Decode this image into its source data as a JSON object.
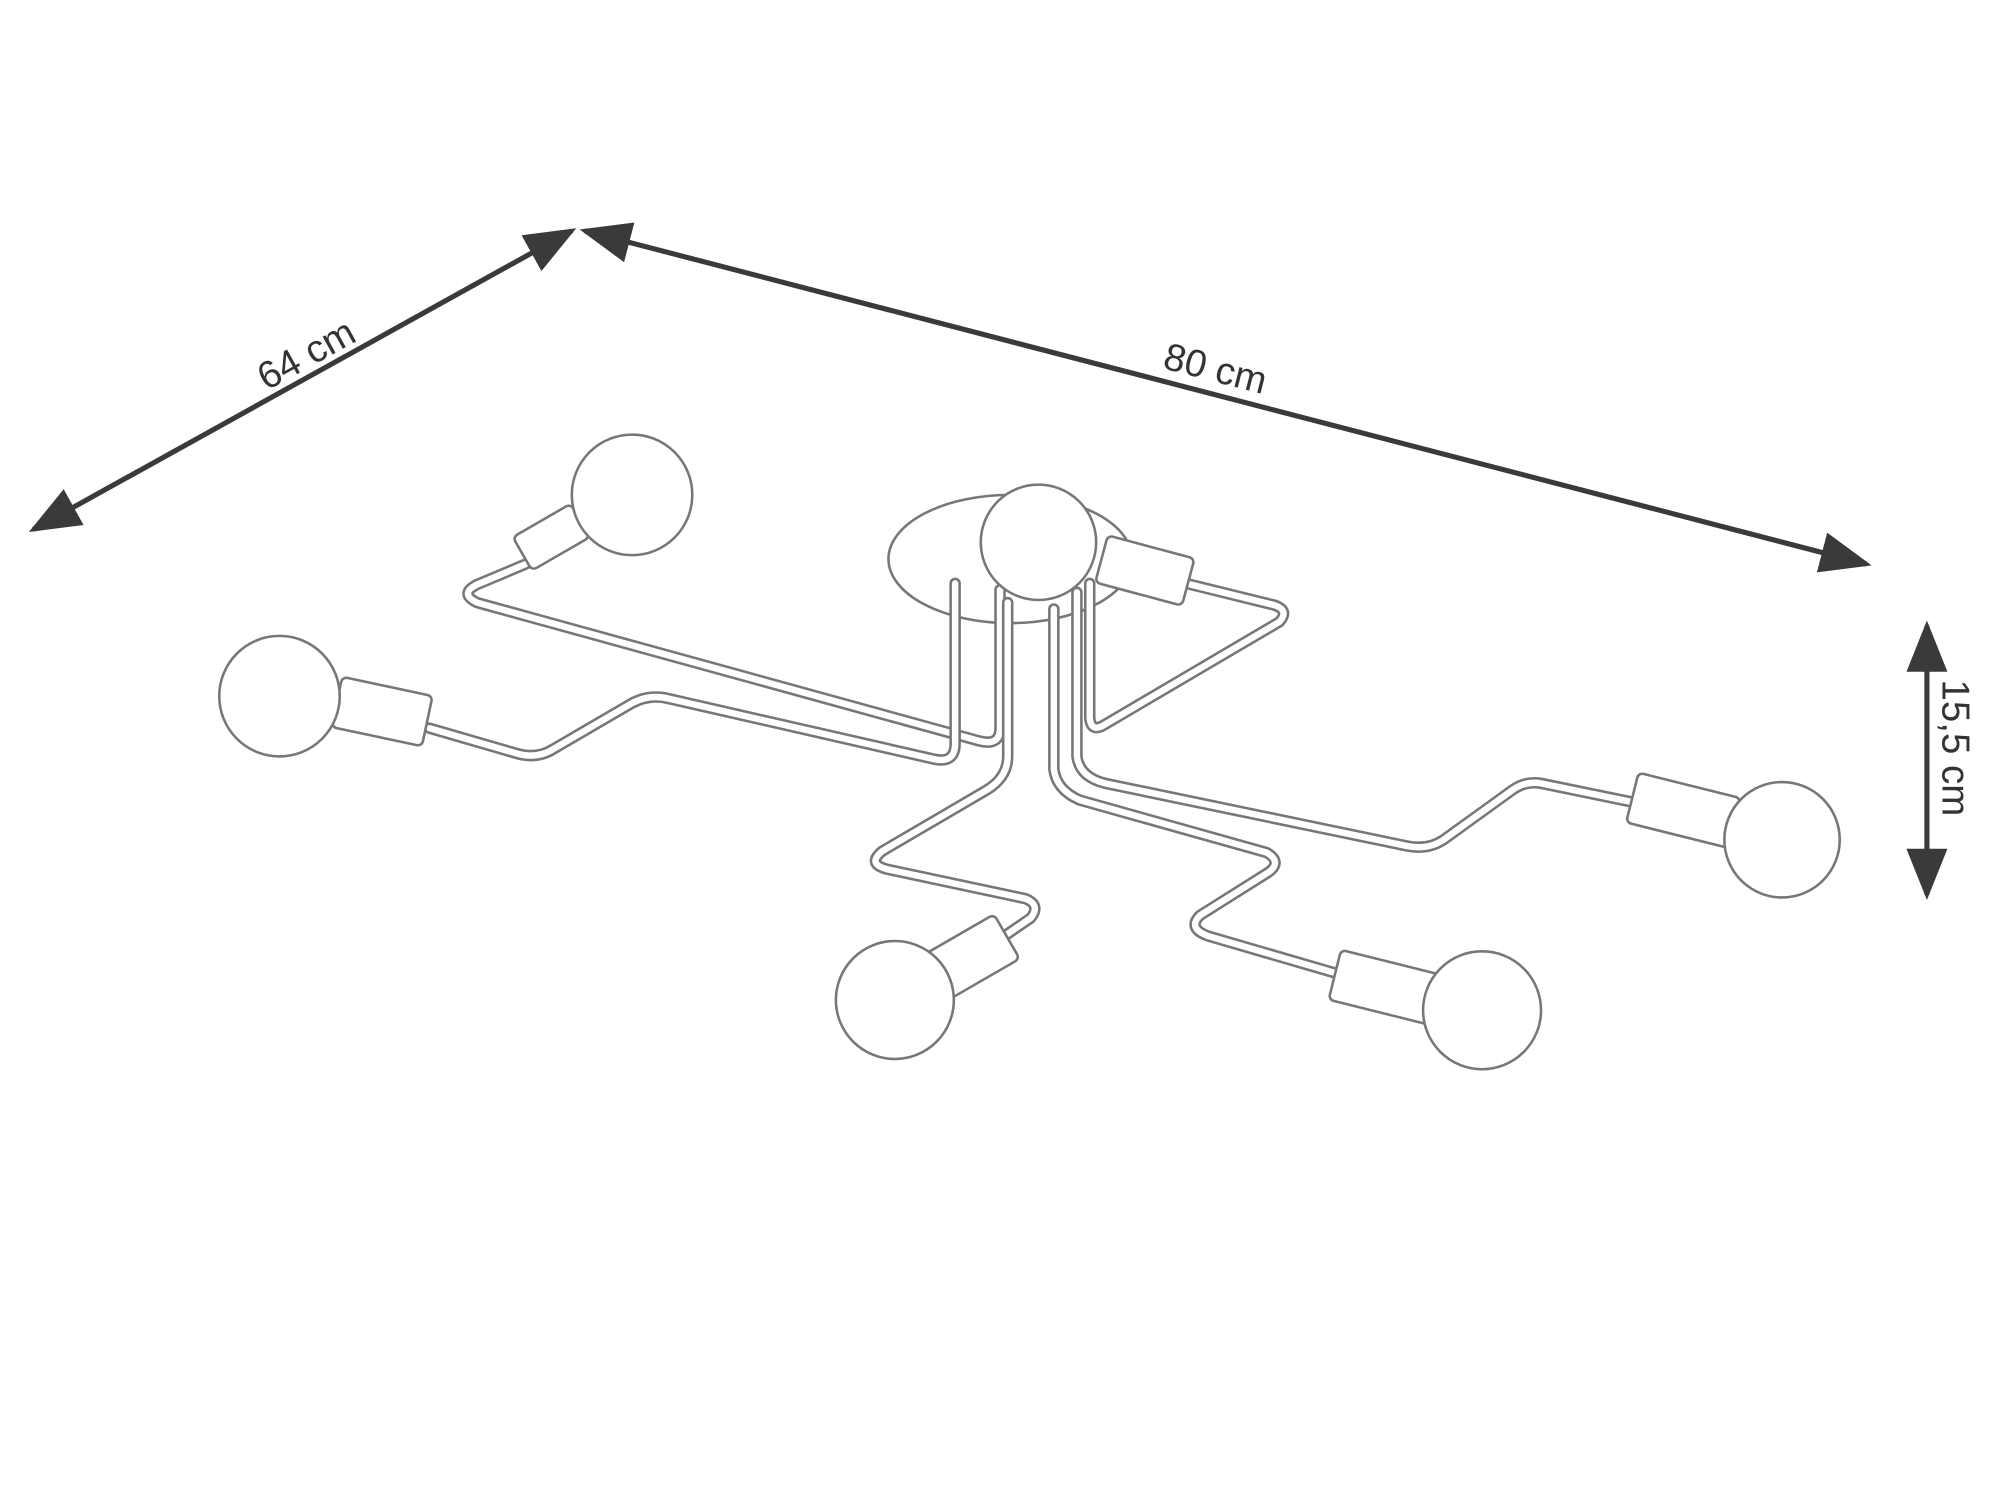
{
  "dimensions": {
    "depth_label": "64 cm",
    "width_label": "80 cm",
    "height_label": "15,5 cm"
  },
  "colors": {
    "dimension_line": "#3a3a3a",
    "drawing_line": "#777777"
  }
}
